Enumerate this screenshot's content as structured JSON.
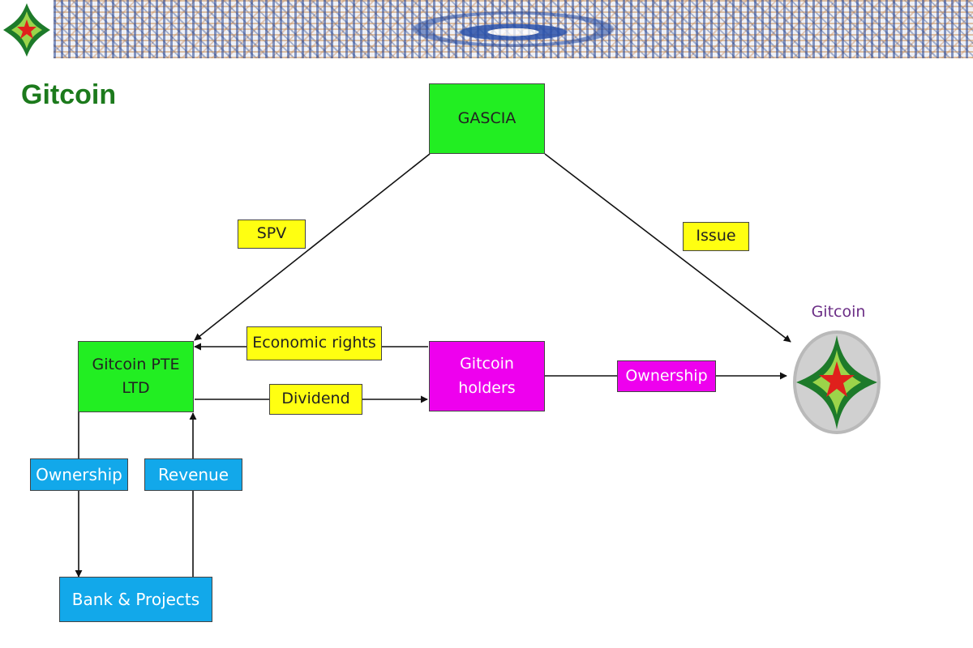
{
  "slide": {
    "title": "Gitcoin"
  },
  "nodes": {
    "gascia": "GASCIA",
    "gitcoin_pte_ltd": [
      "Gitcoin PTE",
      "LTD"
    ],
    "gitcoin_holders": [
      "Gitcoin",
      "holders"
    ],
    "bank_projects": "Bank & Projects",
    "gitcoin_token": "Gitcoin"
  },
  "edge_labels": {
    "spv": "SPV",
    "issue": "Issue",
    "economic_rights": "Economic rights",
    "dividend": "Dividend",
    "ownership_holders": "Ownership",
    "ownership_bank": "Ownership",
    "revenue": "Revenue"
  },
  "colors": {
    "green_box": "#22ee22",
    "magenta_box": "#ee00ee",
    "blue_box": "#12a8ea",
    "yellow_label": "#ffff11",
    "title_green": "#1c7a1c",
    "coin_label": "#6b2e86"
  }
}
